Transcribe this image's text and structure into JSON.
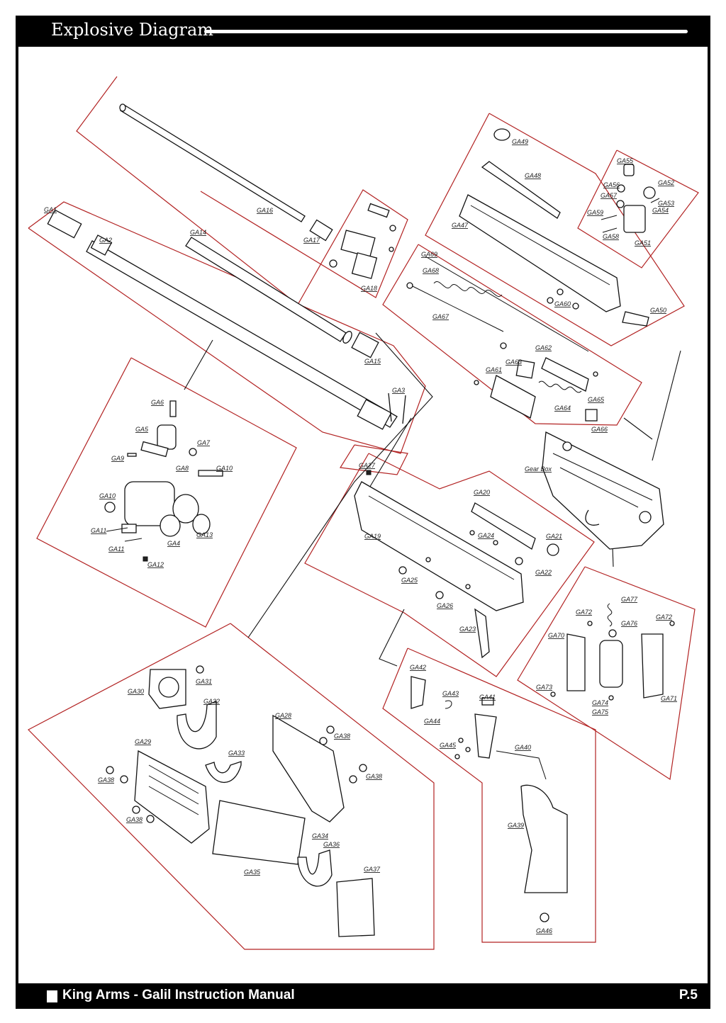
{
  "header": {
    "title": "Explosive Diagram"
  },
  "footer": {
    "title": "King Arms - Galil Instruction Manual",
    "page": "P.5"
  },
  "parts": {
    "GA1": "GA1",
    "GA2": "GA2",
    "GA3": "GA3",
    "GA4": "GA4",
    "GA5": "GA5",
    "GA6": "GA6",
    "GA7": "GA7",
    "GA8": "GA8",
    "GA9": "GA9",
    "GA10a": "GA10",
    "GA10b": "GA10",
    "GA11a": "GA11",
    "GA11b": "GA11",
    "GA12": "GA12",
    "GA13": "GA13",
    "GA14": "GA14",
    "GA15": "GA15",
    "GA16": "GA16",
    "GA17": "GA17",
    "GA18": "GA18",
    "GA19": "GA19",
    "GA20": "GA20",
    "GA21": "GA21",
    "GA22": "GA22",
    "GA23": "GA23",
    "GA24": "GA24",
    "GA25": "GA25",
    "GA26": "GA26",
    "GA27": "GA27",
    "GA28": "GA28",
    "GA29": "GA29",
    "GA30": "GA30",
    "GA31": "GA31",
    "GA32": "GA32",
    "GA33": "GA33",
    "GA34": "GA34",
    "GA35": "GA35",
    "GA36": "GA36",
    "GA37": "GA37",
    "GA38a": "GA38",
    "GA38b": "GA38",
    "GA38c": "GA38",
    "GA38d": "GA38",
    "GA39": "GA39",
    "GA40": "GA40",
    "GA41": "GA41",
    "GA42": "GA42",
    "GA43": "GA43",
    "GA44": "GA44",
    "GA45": "GA45",
    "GA46": "GA46",
    "GA47": "GA47",
    "GA48": "GA48",
    "GA49": "GA49",
    "GA50": "GA50",
    "GA51": "GA51",
    "GA52": "GA52",
    "GA53": "GA53",
    "GA54": "GA54",
    "GA55": "GA55",
    "GA56": "GA56",
    "GA57": "GA57",
    "GA58": "GA58",
    "GA59": "GA59",
    "GA60": "GA60",
    "GA61": "GA61",
    "GA62": "GA62",
    "GA63": "GA63",
    "GA64": "GA64",
    "GA65": "GA65",
    "GA66": "GA66",
    "GA67": "GA67",
    "GA68": "GA68",
    "GA69": "GA69",
    "GA70": "GA70",
    "GA71": "GA71",
    "GA72a": "GA72",
    "GA72b": "GA72",
    "GA73": "GA73",
    "GA74": "GA74",
    "GA75": "GA75",
    "GA76": "GA76",
    "GA77": "GA77",
    "GearBox": "Gear Box"
  }
}
